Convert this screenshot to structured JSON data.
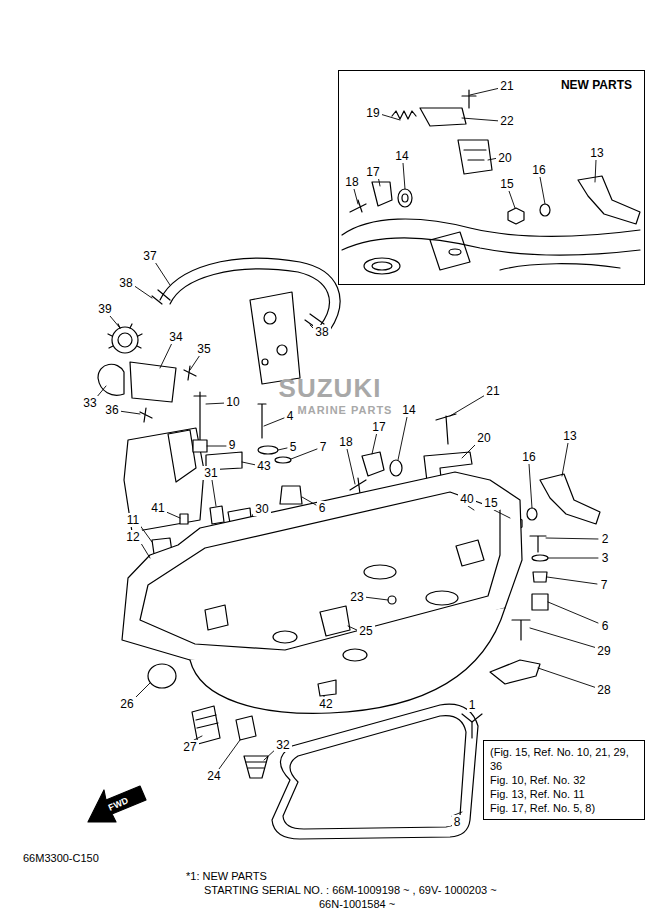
{
  "diagram": {
    "nodes": [
      {
        "text": [
          "NEW PARTS"
        ]
      },
      {
        "text": [
          "(Fig. 15, Ref. No. 10, 21, 29, 36",
          "Fig. 10, Ref. No. 32",
          "Fig. 13, Ref. No. 11",
          "Fig. 17, Ref. No. 5, 8)"
        ]
      }
    ],
    "edges": [],
    "labels": [
      "21",
      "19",
      "22",
      "14",
      "20",
      "13",
      "17",
      "16",
      "15",
      "18",
      "37",
      "38",
      "39",
      "34",
      "38",
      "35",
      "33",
      "36",
      "10",
      "4",
      "21",
      "14",
      "5",
      "7",
      "17",
      "9",
      "20",
      "18",
      "43",
      "13",
      "16",
      "31",
      "30",
      "6",
      "41",
      "40",
      "15",
      "11",
      "12",
      "2",
      "3",
      "7",
      "23",
      "6",
      "25",
      "29",
      "28",
      "26",
      "42",
      "1",
      "27",
      "32",
      "24",
      "8",
      "FWD",
      "SUZUKI",
      "MARINE PARTS",
      "66M3300-C150",
      "*1: NEW PARTS",
      "STARTING SERIAL NO. : 66M-1009198 ~ , 69V- 1000203 ~",
      "66N-1001584 ~"
    ]
  }
}
